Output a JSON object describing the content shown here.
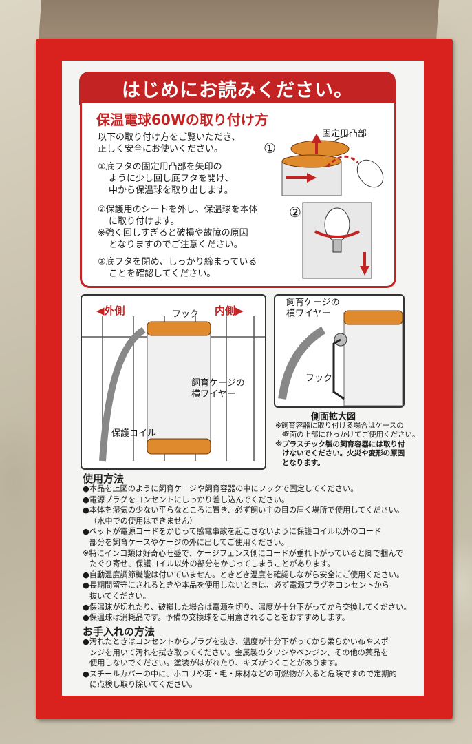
{
  "header": {
    "title": "はじめにお読みください。"
  },
  "install": {
    "title": "保温電球60Wの取り付け方",
    "intro": [
      "以下の取り付け方をご覧いただき、",
      "正しく安全にお使いください。"
    ],
    "step1": [
      "①底フタの固定用凸部を矢印の",
      "ように少し回し底フタを開け、",
      "中から保温球を取り出します。"
    ],
    "step2": [
      "②保護用のシートを外し、保温球を本体",
      "に取り付けます。"
    ],
    "note": [
      "※強く回しすぎると破損や故障の原因",
      "となりますのでご注意ください。"
    ],
    "step3": [
      "③底フタを閉め、しっかり締まっている",
      "ことを確認してください。"
    ],
    "diagram": {
      "num1": "①",
      "num2": "②",
      "label_fixing": "固定用凸部"
    }
  },
  "left_diagram": {
    "outside": "◀外側",
    "inside": "内側▶",
    "hook": "フック",
    "wire": [
      "飼育ケージの",
      "横ワイヤー"
    ],
    "coil": "保護コイル"
  },
  "right_diagram": {
    "wire": [
      "飼育ケージの",
      "横ワイヤー"
    ],
    "hook": "フック",
    "caption": "側面拡大図",
    "notes": [
      "※飼育容器に取り付ける場合はケースの",
      "壁面の上部にひっかけてご使用ください。",
      "※プラスチック製の飼育容器には取り付",
      "けないでください。火災や変形の原因",
      "となります。"
    ]
  },
  "usage": {
    "title": "使用方法",
    "lines": [
      "●本品を上図のように飼育ケージや飼育容器の中にフックで固定してください。",
      "●電源プラグをコンセントにしっかり差し込んでください。",
      "●本体を湿気の少ない平らなところに置き、必ず飼い主の目の届く場所で使用してください。",
      "（水中での使用はできません）",
      "●ペットが電源コードをかじって感電事故を起こさないように保護コイル以外のコード",
      "部分を飼育ケースやケージの外に出してご使用ください。",
      "※特にインコ類は好奇心旺盛で、ケージフェンス側にコードが垂れ下がっていると脚で掴んで",
      "たぐり寄せ、保護コイル以外の部分をかじってしまうことがあります。",
      "●自動温度調節機能は付いていません。ときどき温度を確認しながら安全にご使用ください。",
      "●長期間留守にされるときや本品を使用しないときは、必ず電源プラグをコンセントから",
      "抜いてください。",
      "●保温球が切れたり、破損した場合は電源を切り、温度が十分下がってから交換してください。",
      "●保温球は消耗品です。予備の交換球をご用意されることをおすすめします。"
    ]
  },
  "care": {
    "title": "お手入れの方法",
    "lines": [
      "●汚れたときはコンセントからプラグを抜き、温度が十分下がってから柔らかい布やスポ",
      "ンジを用いて汚れを拭き取ってください。金属製のタワシやベンジン、その他の薬品を",
      "使用しないでください。塗装がはがれたり、キズがつくことがあります。",
      "●スチールカバーの中に、ホコリや羽・毛・床材などの可燃物が入ると危険ですので定期的",
      "に点検し取り除いてください。"
    ]
  },
  "colors": {
    "brand_red": "#d9211d",
    "accent_orange": "#e08a2e"
  }
}
